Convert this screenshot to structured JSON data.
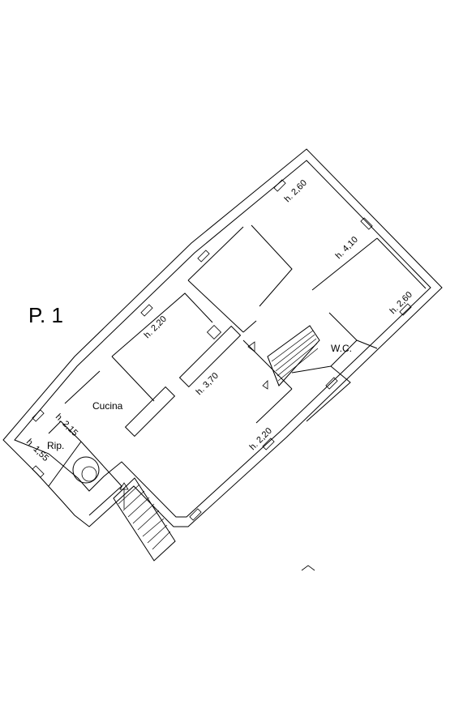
{
  "plan": {
    "title": "P. 1",
    "rooms": {
      "cucina": "Cucina",
      "wc": "W.C.",
      "rip": "Rip."
    },
    "heights": {
      "top": "h. 2,60",
      "middle_right": "h. 4,10",
      "right": "h. 2,60",
      "left_room": "h. 2,20",
      "center": "h. 3,70",
      "lower": "h. 2,20",
      "rip_a": "h. 2,15",
      "rip_b": "h. 1,55"
    }
  }
}
